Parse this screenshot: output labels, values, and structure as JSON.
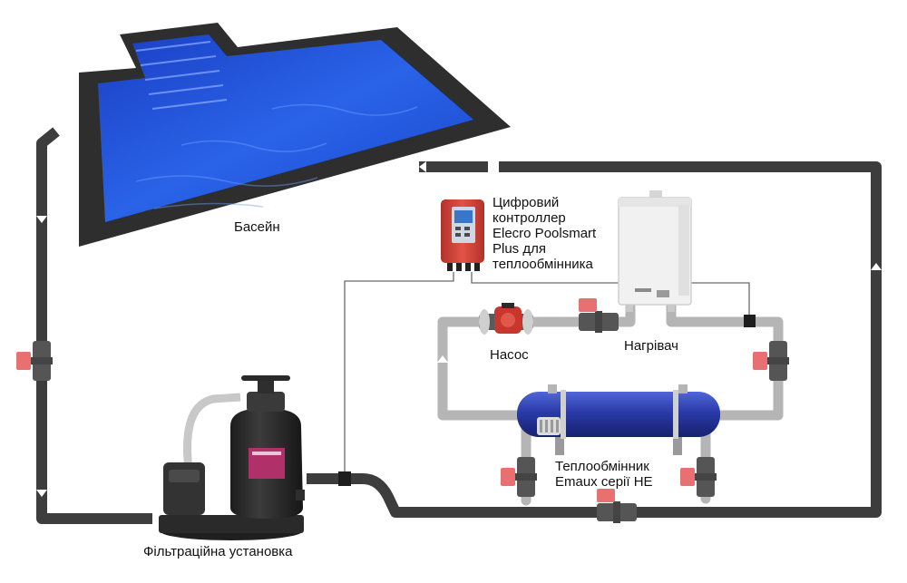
{
  "labels": {
    "pool": "Басейн",
    "filter": "Фільтраційна установка",
    "controller_lines": [
      "Цифровий",
      "контроллер",
      "Elecro Poolsmart",
      "Plus для",
      "теплообмінника"
    ],
    "pump": "Насос",
    "heater": "Нагрівач",
    "exchanger_lines": [
      "Теплообмінник",
      "Emaux серії HE"
    ]
  },
  "colors": {
    "pipe_dark": "#3d3d3d",
    "pipe_light": "#b5b5b5",
    "valve_handle": "#e87070",
    "pool_water": "#1e4fd8",
    "pool_frame": "#2e2e2e",
    "exchanger_body": "#2a3aa8",
    "controller": "#d8453a",
    "filter_tank": "#2b2b2b"
  },
  "icons": {
    "pool": "swimming-pool-icon",
    "filter": "sand-filter-icon",
    "controller": "digital-controller-icon",
    "heater": "wall-boiler-icon",
    "pump": "circulation-pump-icon",
    "exchanger": "heat-exchanger-icon",
    "valve": "ball-valve-icon"
  }
}
